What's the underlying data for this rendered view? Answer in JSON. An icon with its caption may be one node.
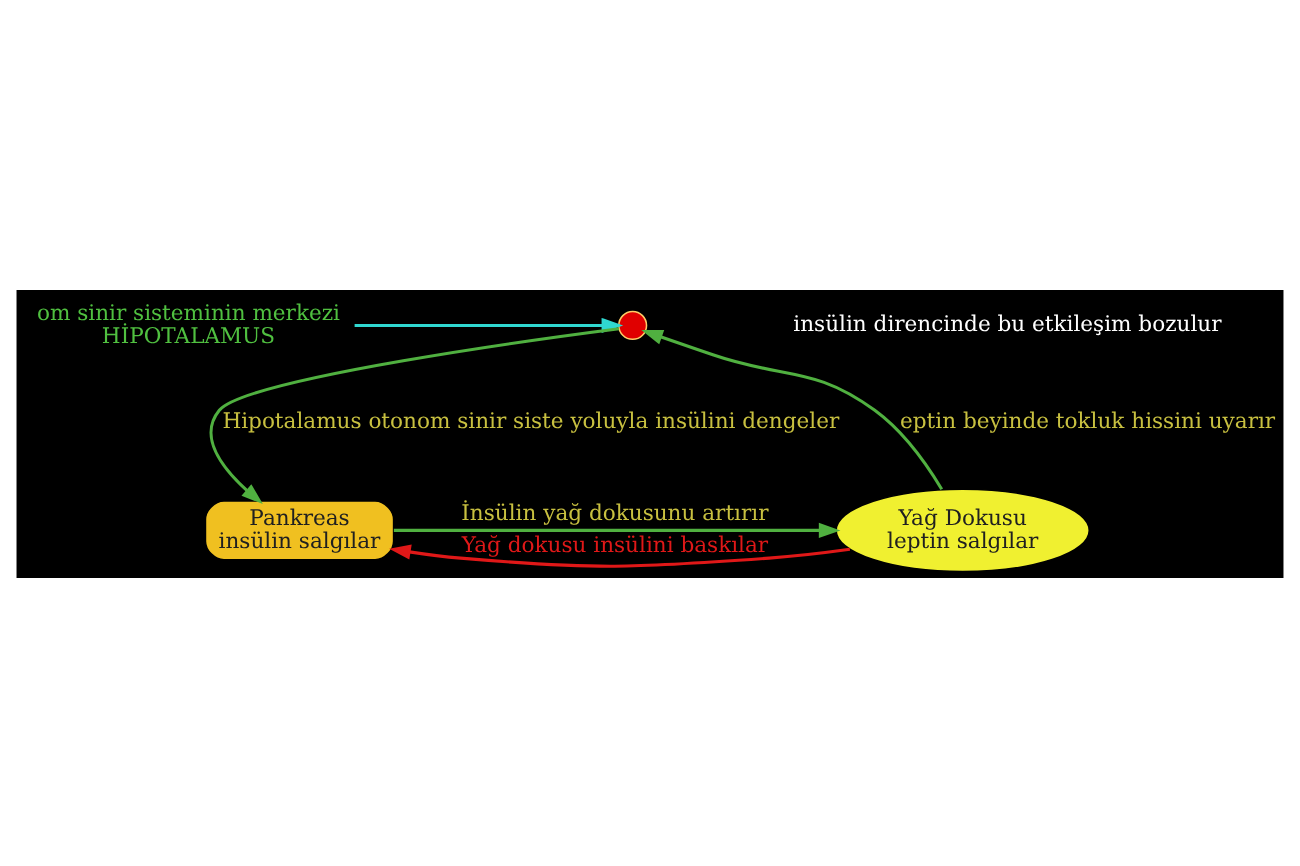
{
  "diagram": {
    "nodes": [
      {
        "text": [
          "om sinir sisteminin merkezi",
          "HİPOTALAMUS"
        ]
      },
      {
        "text": [],
        "shape": "circle"
      },
      {
        "text": [
          "Yağ Dokusu",
          "leptin salgılar"
        ]
      },
      {
        "text": [
          "Pankreas",
          "insülin salgılar"
        ]
      }
    ],
    "edges": [
      {
        "from": 0,
        "to": 1,
        "arrow": "to",
        "color": "#30d8d0"
      },
      {
        "from": 2,
        "to": 1,
        "arrow": "to",
        "label": "eptin beyinde tokluk hissini uyarır"
      },
      {
        "from": 1,
        "to": 3,
        "arrow": "to",
        "label": "Hipotalamus otonom sinir siste yoluyla insülini dengeler"
      },
      {
        "from": 2,
        "to": 3,
        "arrow": "to",
        "label": "Yağ dokusu insülini baskılar",
        "color": "#e01818"
      },
      {
        "from": 3,
        "to": 2,
        "arrow": "to",
        "label": "İnsülin yağ dokusunu artırır"
      }
    ],
    "labels": [
      "insülin direncinde bu etkileşim bozulur"
    ]
  }
}
